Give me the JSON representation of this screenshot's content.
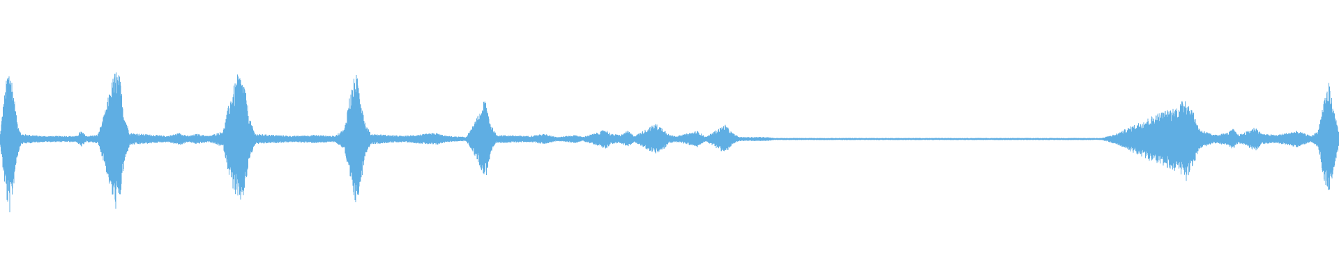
{
  "waveform": {
    "color": "#5faee3",
    "background": "#ffffff",
    "envelope": [
      [
        0,
        0.02
      ],
      [
        4,
        0.3
      ],
      [
        10,
        0.62
      ],
      [
        14,
        0.72
      ],
      [
        18,
        0.55
      ],
      [
        24,
        0.2
      ],
      [
        30,
        0.05
      ],
      [
        60,
        0.03
      ],
      [
        110,
        0.03
      ],
      [
        116,
        0.08
      ],
      [
        124,
        0.03
      ],
      [
        140,
        0.04
      ],
      [
        150,
        0.25
      ],
      [
        160,
        0.55
      ],
      [
        166,
        0.68
      ],
      [
        172,
        0.6
      ],
      [
        178,
        0.25
      ],
      [
        186,
        0.06
      ],
      [
        240,
        0.03
      ],
      [
        258,
        0.06
      ],
      [
        270,
        0.03
      ],
      [
        282,
        0.05
      ],
      [
        300,
        0.03
      ],
      [
        320,
        0.08
      ],
      [
        330,
        0.4
      ],
      [
        342,
        0.65
      ],
      [
        350,
        0.55
      ],
      [
        358,
        0.2
      ],
      [
        366,
        0.05
      ],
      [
        420,
        0.03
      ],
      [
        450,
        0.04
      ],
      [
        480,
        0.03
      ],
      [
        494,
        0.1
      ],
      [
        500,
        0.38
      ],
      [
        510,
        0.65
      ],
      [
        516,
        0.5
      ],
      [
        524,
        0.15
      ],
      [
        532,
        0.05
      ],
      [
        580,
        0.03
      ],
      [
        625,
        0.06
      ],
      [
        640,
        0.03
      ],
      [
        668,
        0.02
      ],
      [
        676,
        0.1
      ],
      [
        688,
        0.26
      ],
      [
        696,
        0.4
      ],
      [
        704,
        0.14
      ],
      [
        712,
        0.04
      ],
      [
        760,
        0.03
      ],
      [
        780,
        0.05
      ],
      [
        800,
        0.02
      ],
      [
        826,
        0.04
      ],
      [
        835,
        0.02
      ],
      [
        860,
        0.07
      ],
      [
        868,
        0.1
      ],
      [
        876,
        0.05
      ],
      [
        890,
        0.04
      ],
      [
        900,
        0.08
      ],
      [
        910,
        0.03
      ],
      [
        940,
        0.15
      ],
      [
        952,
        0.1
      ],
      [
        960,
        0.04
      ],
      [
        972,
        0.03
      ],
      [
        1000,
        0.08
      ],
      [
        1012,
        0.02
      ],
      [
        1030,
        0.1
      ],
      [
        1040,
        0.14
      ],
      [
        1050,
        0.06
      ],
      [
        1060,
        0.02
      ],
      [
        1100,
        0.02
      ],
      [
        1110,
        0.01
      ],
      [
        1200,
        0.01
      ],
      [
        1300,
        0.01
      ],
      [
        1400,
        0.01
      ],
      [
        1500,
        0.01
      ],
      [
        1580,
        0.01
      ],
      [
        1600,
        0.05
      ],
      [
        1630,
        0.15
      ],
      [
        1660,
        0.25
      ],
      [
        1690,
        0.32
      ],
      [
        1700,
        0.42
      ],
      [
        1710,
        0.28
      ],
      [
        1720,
        0.1
      ],
      [
        1740,
        0.04
      ],
      [
        1760,
        0.06
      ],
      [
        1768,
        0.1
      ],
      [
        1776,
        0.04
      ],
      [
        1790,
        0.08
      ],
      [
        1800,
        0.12
      ],
      [
        1810,
        0.05
      ],
      [
        1830,
        0.04
      ],
      [
        1860,
        0.08
      ],
      [
        1880,
        0.03
      ],
      [
        1890,
        0.08
      ],
      [
        1900,
        0.45
      ],
      [
        1906,
        0.55
      ],
      [
        1912,
        0.3
      ],
      [
        1920,
        0.08
      ]
    ]
  }
}
